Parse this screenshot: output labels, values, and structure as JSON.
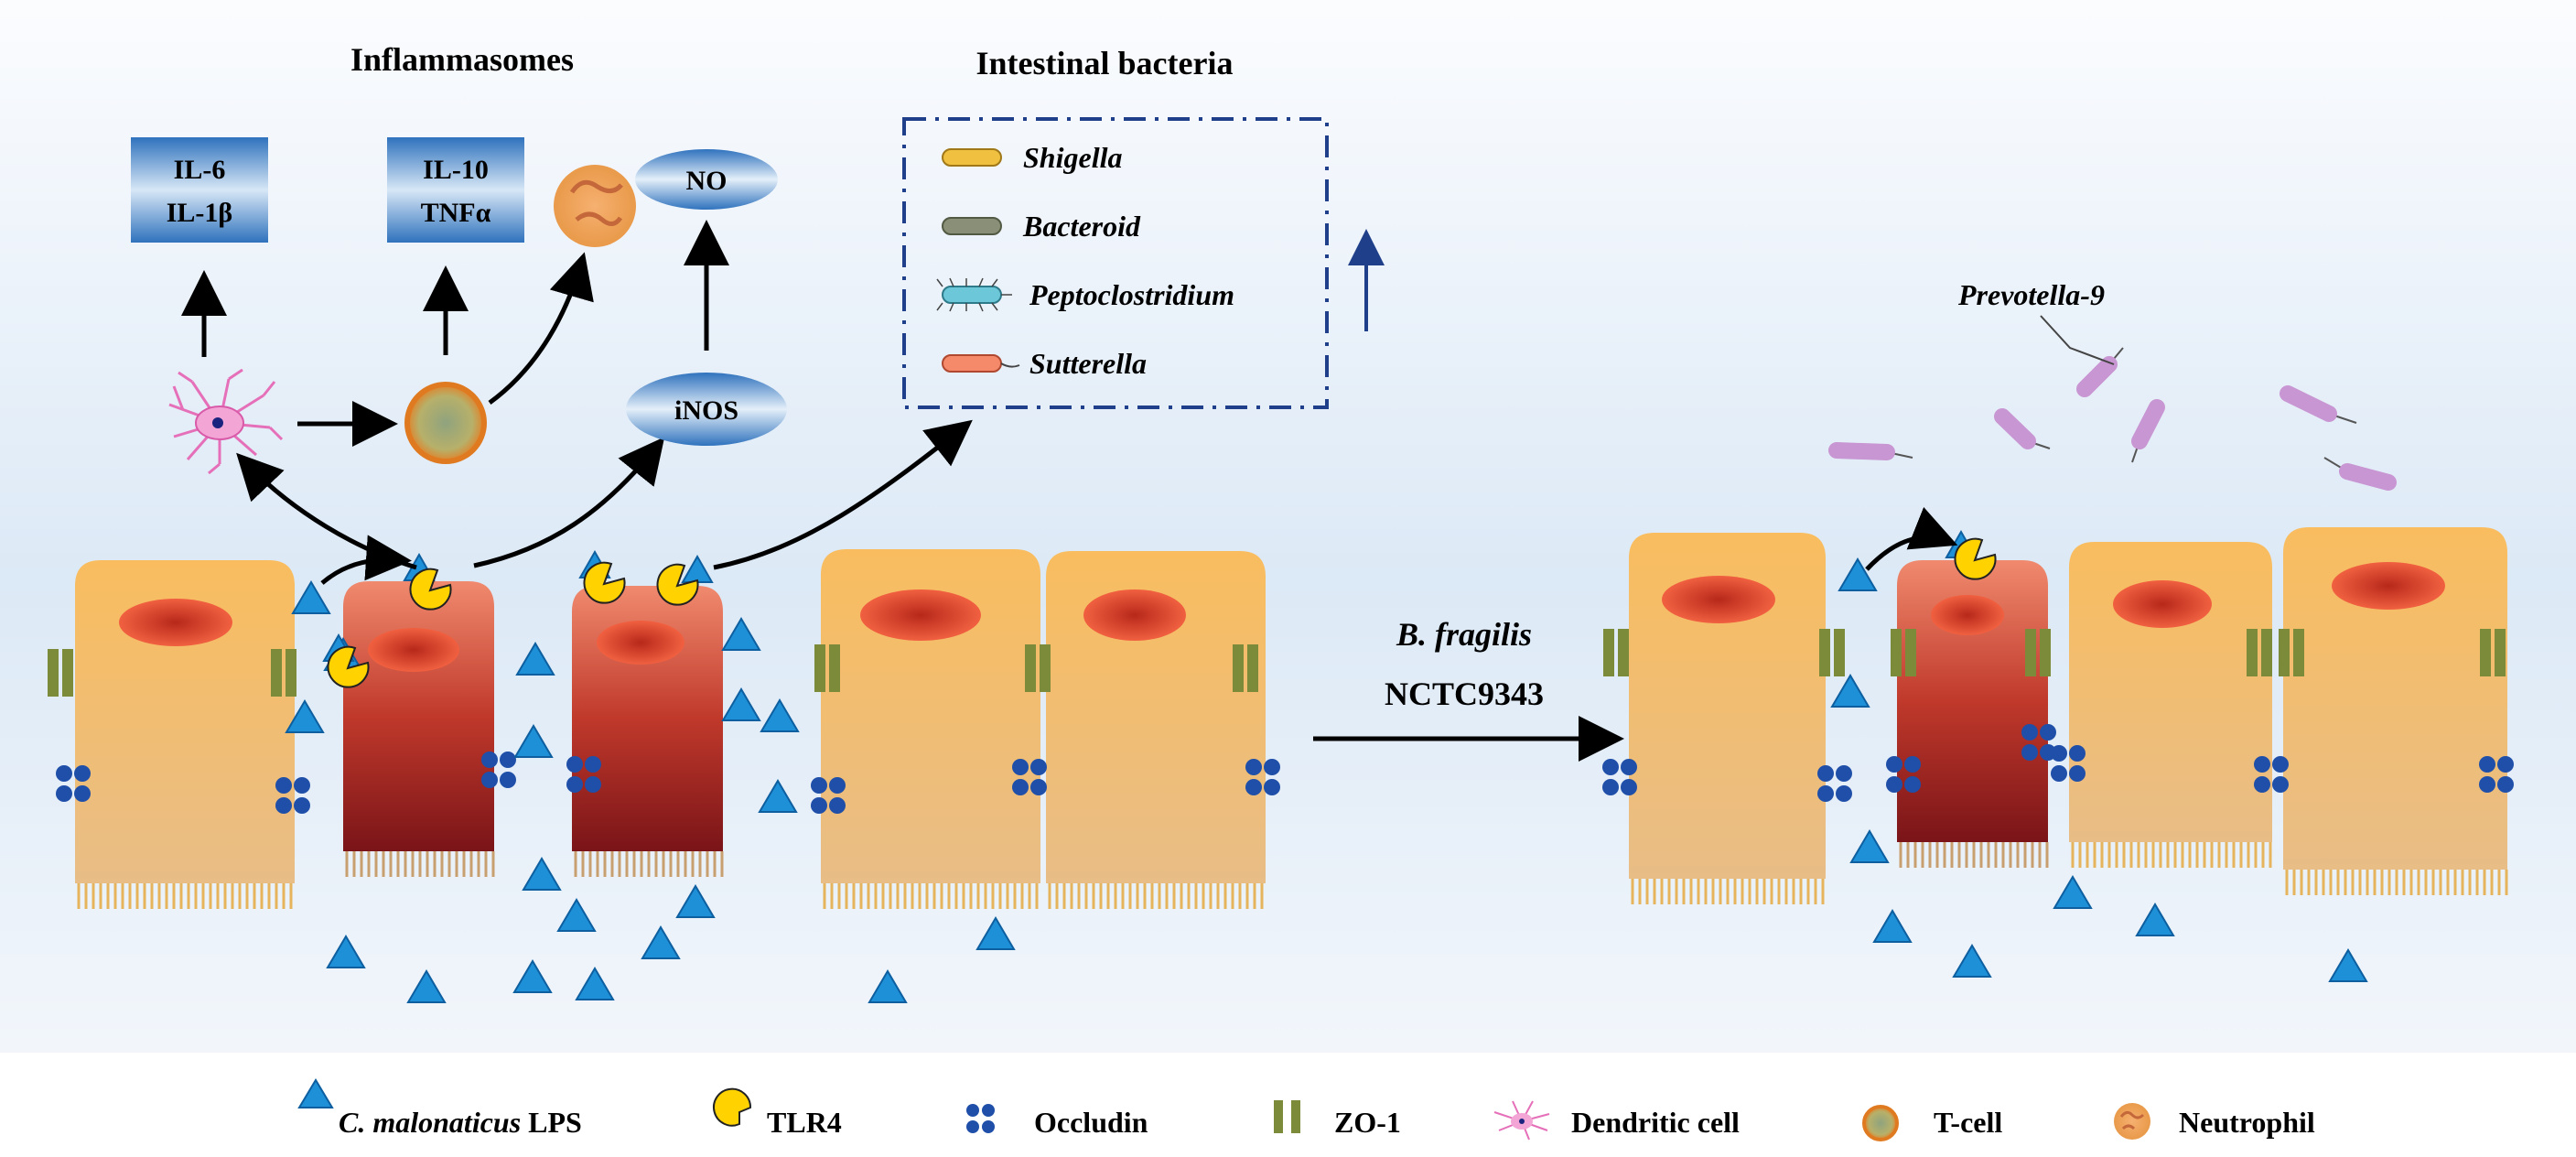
{
  "top_labels": {
    "inflammasomes": "Inflammasomes",
    "intestinal_bacteria": "Intestinal bacteria"
  },
  "cytokines": {
    "box1_line1": "IL-6",
    "box1_line2": "IL-1β",
    "box2_line1": "IL-10",
    "box2_line2": "TNFα"
  },
  "molecules": {
    "no": "NO",
    "inos": "iNOS"
  },
  "bacteria_list": [
    {
      "name": "Shigella",
      "icon": "yellow-rod-icon"
    },
    {
      "name": "Bacteroid",
      "icon": "grey-rod-icon"
    },
    {
      "name": "Peptoclostridium",
      "icon": "flagellated-rod-icon"
    },
    {
      "name": "Sutterella",
      "icon": "red-rod-icon"
    }
  ],
  "increase_indicator": "up-arrow-icon",
  "prevotella_label": "Prevotella-9",
  "treatment": {
    "line1": "B. fragilis",
    "line2": "NCTC9343"
  },
  "legend": {
    "lps": {
      "italic": "C. malonaticus",
      "rest": " LPS"
    },
    "tlr4": "TLR4",
    "occludin": "Occludin",
    "zo1": "ZO-1",
    "dendritic": "Dendritic cell",
    "tcell": "T-cell",
    "neutrophil": "Neutrophil"
  },
  "colors": {
    "healthy_cell": "#f4b860",
    "inflamed_cell": "#c0392b",
    "lps": "#1e90d8",
    "tlr4": "#ffd200",
    "occludin": "#1f4fa8",
    "zo1": "#7c8b3a",
    "prevotella": "#c896d2",
    "cytokine_box": "#3a7dc4"
  }
}
